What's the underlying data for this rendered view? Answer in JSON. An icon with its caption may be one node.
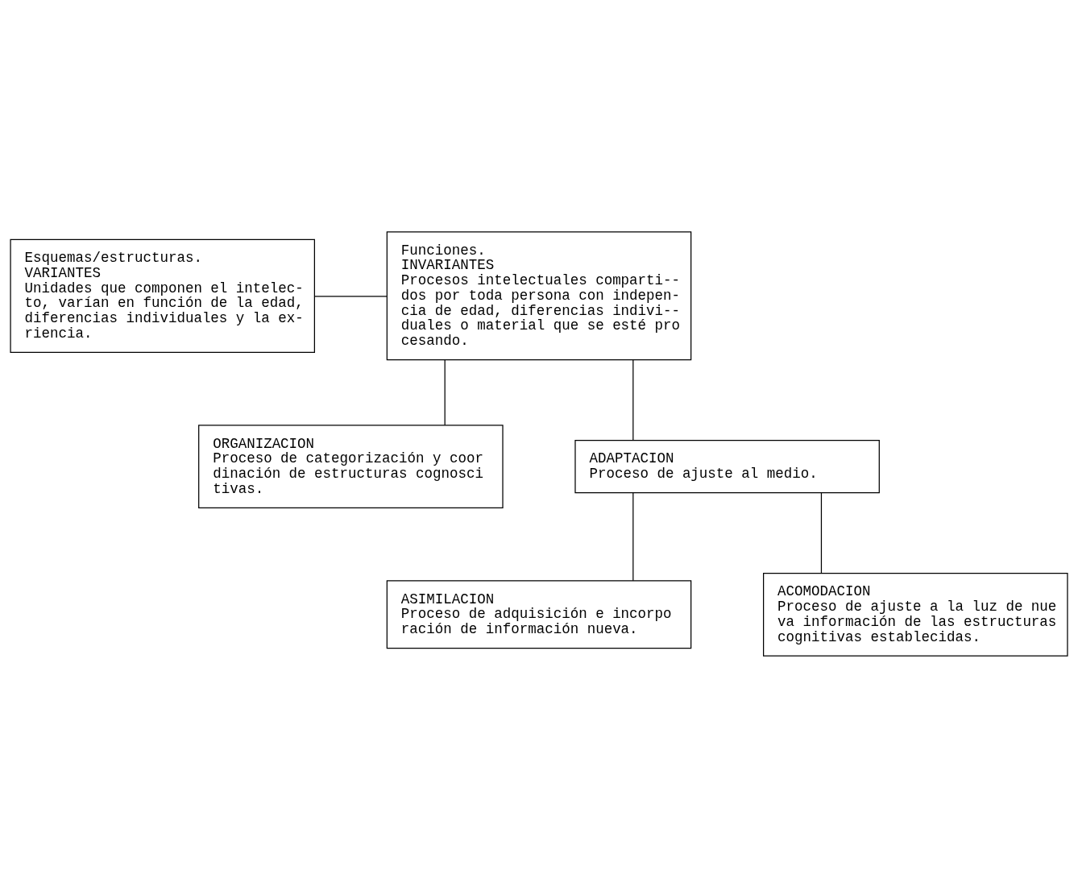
{
  "diagram": {
    "nodes": [
      {
        "text": [
          "Esquemas/estructuras.",
          "VARIANTES",
          "Unidades que componen el intelec- to, varían en función de la edad, diferencias individuales y la ex- riencia."
        ]
      },
      {
        "text": [
          "Funciones.",
          "INVARIANTES",
          "Procesos intelectuales comparti-- dos por toda persona con indepen- cia de edad, diferencias indivi-- duales o material que se esté pro cesando."
        ]
      },
      {
        "text": [
          "ORGANIZACION",
          "Proceso de categorización y coor dinación de estructuras cognosci tivas."
        ]
      },
      {
        "text": [
          "ADAPTACION",
          "Proceso de ajuste al medio."
        ]
      },
      {
        "text": [
          "ASIMILACION",
          "Proceso de adquisición e incorpo ración de información nueva."
        ]
      },
      {
        "text": [
          "ACOMODACION",
          "Proceso de ajuste a la luz de nue va información de las estructuras cognitivas establecidas."
        ]
      }
    ],
    "edges": [
      {
        "from": 0,
        "to": 1,
        "arrow": "none"
      },
      {
        "from": 1,
        "to": 2,
        "arrow": "none"
      },
      {
        "from": 1,
        "to": 3,
        "arrow": "none"
      },
      {
        "from": 3,
        "to": 4,
        "arrow": "none"
      },
      {
        "from": 3,
        "to": 5,
        "arrow": "none"
      }
    ]
  }
}
